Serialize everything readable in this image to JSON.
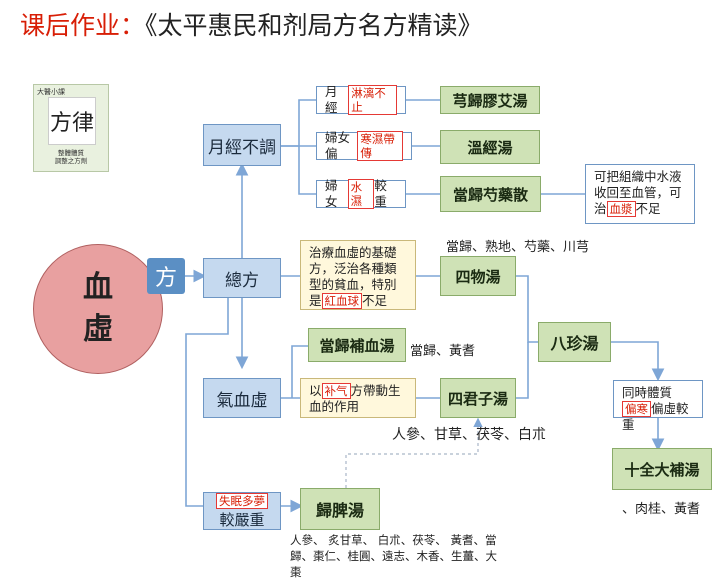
{
  "title": {
    "prefix": "课后作业：",
    "main": "《太平惠民和剂局方名方精读》"
  },
  "book": {
    "top": "大醫小課",
    "seal": "方律",
    "line1": "整體體質",
    "line2": "調整之方劑"
  },
  "center": {
    "char1": "血",
    "char2": "虛",
    "fang": "方"
  },
  "nodes": {
    "yuejing": "月經不調",
    "zongfang": "總方",
    "qixuexu": "氣血虛",
    "jiaoyan": "較嚴重",
    "jiaoyan_tag": "失眠多夢"
  },
  "notes": {
    "n1_pre": "月經",
    "n1_tag": "淋漓不止",
    "n2_pre": "婦女偏",
    "n2_tag": "寒濕帶傳",
    "n3_pre": "婦女",
    "n3_tag": "水濕",
    "n3_post": "較重",
    "siwu_note_pre": "治療血虛的基礎方，泛治各種類型的貧血，特別是",
    "siwu_note_tag": "紅血球",
    "siwu_note_post": "不足",
    "sijun_pre": "以",
    "sijun_tag": "补气",
    "sijun_post": "方帶動生血的作用",
    "dg_note_pre": "可把組織中水液收回至血管，可治",
    "dg_note_tag": "血漿",
    "dg_note_post": "不足",
    "bazhen_note_pre": "同時體質",
    "bazhen_note_tag": "偏寒",
    "bazhen_note_post": "偏虛較重"
  },
  "formulas": {
    "jiaoai": "芎歸膠艾湯",
    "wenjing": "溫經湯",
    "danggui_shaoyao": "當歸芍藥散",
    "siwu": "四物湯",
    "danggui_buxue": "當歸補血湯",
    "sijunzi": "四君子湯",
    "bazhen": "八珍湯",
    "shiquan": "十全大補湯",
    "guipi": "歸脾湯"
  },
  "herbs": {
    "siwu": "當歸、熟地、芍藥、川芎",
    "buxue": "當歸、黃耆",
    "sijun": "人參、甘草、茯苓、白朮",
    "shiquan": "、肉桂、黃耆",
    "guipi": "人參、 炙甘草、 白朮、茯苓、 黃耆、當歸、棗仁、桂圓、遠志、木香、生薑、大棗"
  },
  "colors": {
    "title_red": "#d81e06",
    "blue_box": "#c5d9ef",
    "green_box": "#cfe2b6",
    "circle": "#e8a0a0",
    "connector": "#7ea6d6"
  }
}
